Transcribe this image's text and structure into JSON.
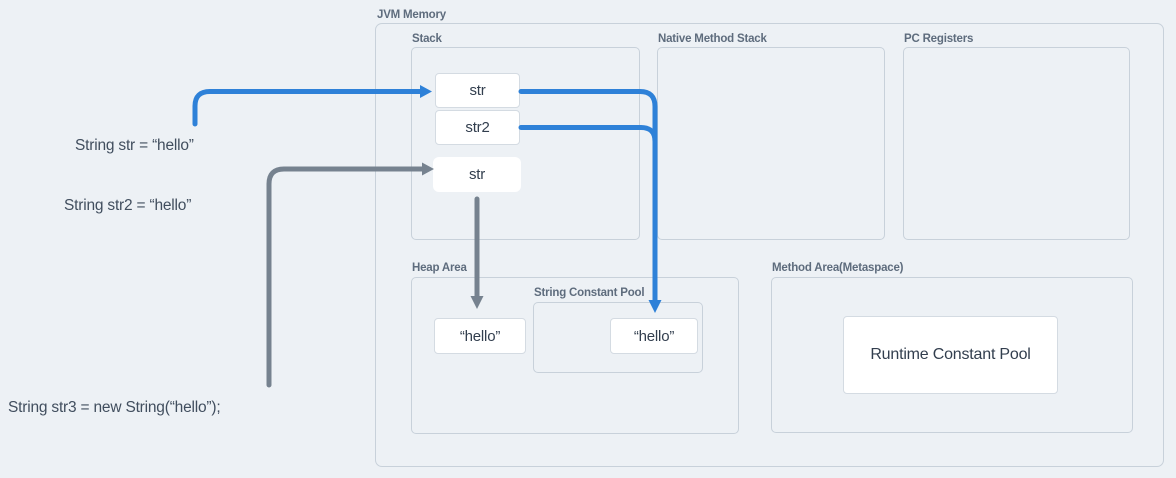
{
  "diagram": {
    "title": "JVM Memory",
    "code_lines": [
      {
        "id": "str-decl",
        "text": "String str = “hello”"
      },
      {
        "id": "str2-decl",
        "text": "String str2 = “hello”"
      },
      {
        "id": "str3-decl",
        "text": "String str3 = new String(“hello”);"
      }
    ],
    "stack": {
      "label": "Stack",
      "items": [
        {
          "name": "str"
        },
        {
          "name": "str2"
        },
        {
          "name": "str"
        }
      ]
    },
    "native_method_stack": {
      "label": "Native Method Stack"
    },
    "pc_registers": {
      "label": "PC Registers"
    },
    "heap": {
      "label": "Heap Area",
      "object_value": "“hello”"
    },
    "string_constant_pool": {
      "label": "String Constant Pool",
      "object_value": "“hello”"
    },
    "method_area": {
      "label": "Method Area(Metaspace)",
      "inner_box_label": "Runtime Constant Pool"
    },
    "colors": {
      "background": "#edf1f5",
      "region_border": "#c8d1da",
      "label_text": "#5e6c7d",
      "value_text": "#323e4e",
      "code_text": "#414e5e",
      "reference_arrow_blue": "#2e81d8",
      "reference_arrow_gray": "#76828f"
    }
  }
}
